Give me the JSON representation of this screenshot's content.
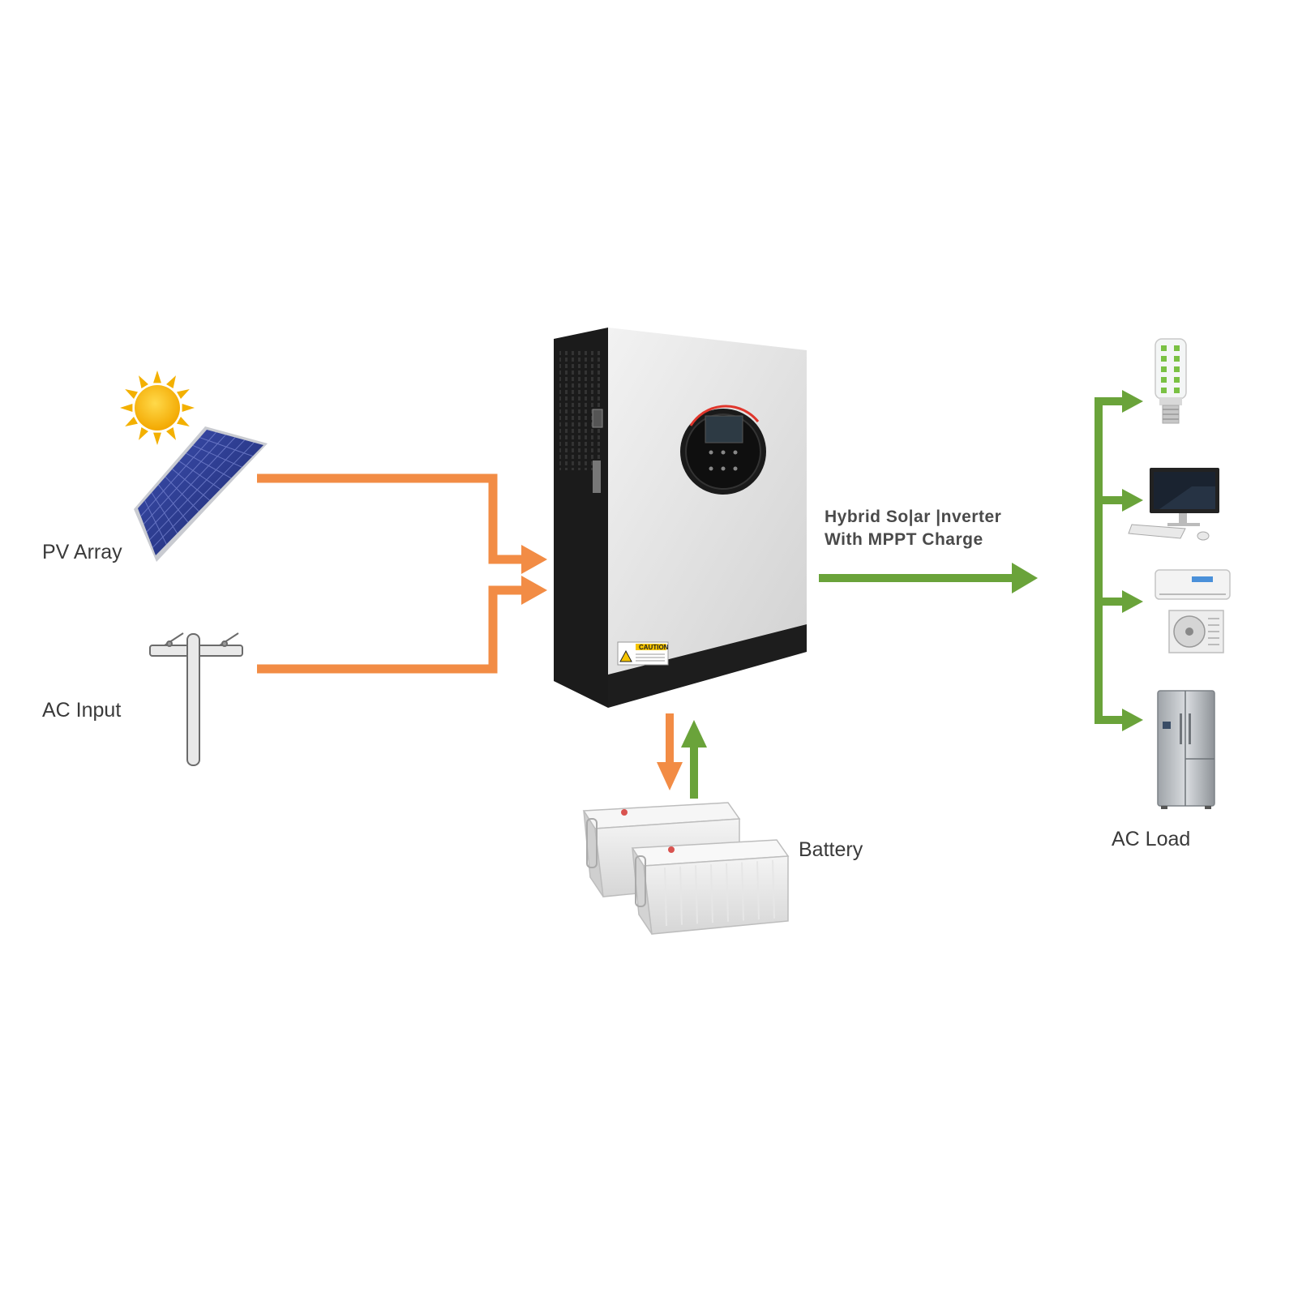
{
  "labels": {
    "pv_array": "PV Array",
    "ac_input": "AC Input",
    "battery": "Battery",
    "ac_load": "AC Load",
    "inverter_line1": "Hybrid So|ar |nverter",
    "inverter_line2": "With MPPT Charge",
    "caution": "CAUTION"
  },
  "colors": {
    "input_flow": "#f28c45",
    "output_flow": "#6aa33a",
    "inverter_body": "#e4e4e4",
    "inverter_frame": "#1b1b1b",
    "panel_cells": "#2a3a8c",
    "sun": "#f5b800"
  },
  "icons": {
    "pv": "solar-panel-icon",
    "sun": "sun-icon",
    "grid": "utility-pole-icon",
    "inverter": "hybrid-inverter-icon",
    "battery": "battery-icon",
    "bulb": "light-bulb-icon",
    "computer": "computer-icon",
    "ac_unit": "air-conditioner-icon",
    "fridge": "refrigerator-icon"
  }
}
